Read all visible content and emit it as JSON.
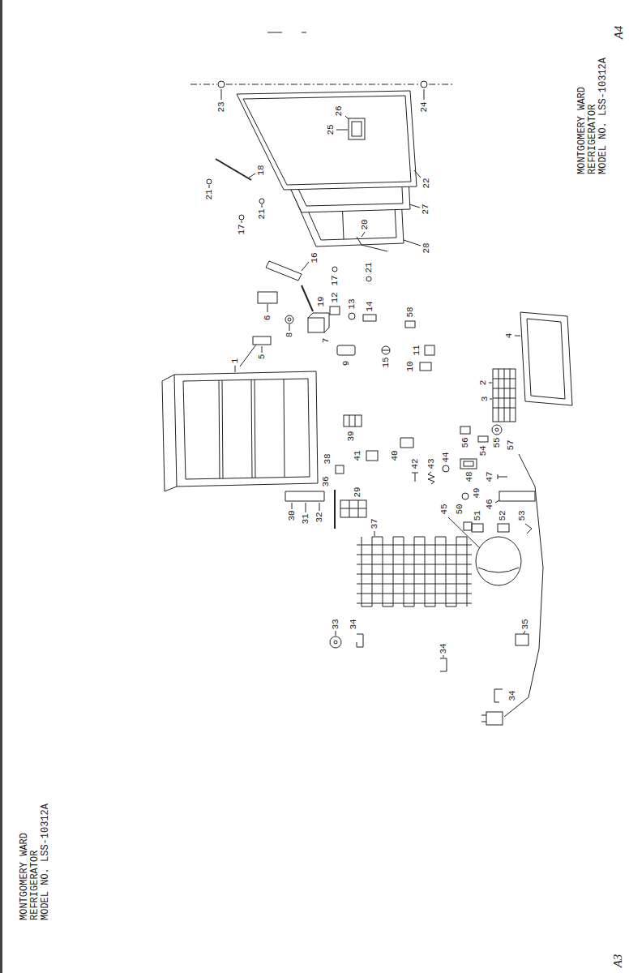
{
  "diagram": {
    "labels": [
      "MONTGOMERY WARD",
      "REFRIGERATOR",
      "MODEL NO. LSS-10312A",
      "MONTGOMERY WARD",
      "REFRIGERATOR",
      "MODEL NO. LSS-10312A",
      "A4",
      "A3",
      "23",
      "24",
      "26",
      "25",
      "22",
      "27",
      "28",
      "18",
      "21",
      "21",
      "17",
      "20",
      "16",
      "17",
      "21",
      "19",
      "12",
      "13",
      "14",
      "58",
      "6",
      "8",
      "7",
      "5",
      "1",
      "9",
      "11",
      "10",
      "15",
      "2",
      "3",
      "4",
      "30",
      "31",
      "32",
      "33",
      "34",
      "34",
      "34",
      "35",
      "36",
      "37",
      "38",
      "39",
      "29",
      "40",
      "41",
      "42",
      "43",
      "44",
      "45",
      "46",
      "47",
      "48",
      "49",
      "50",
      "51",
      "52",
      "53",
      "54",
      "55",
      "56",
      "57"
    ]
  }
}
